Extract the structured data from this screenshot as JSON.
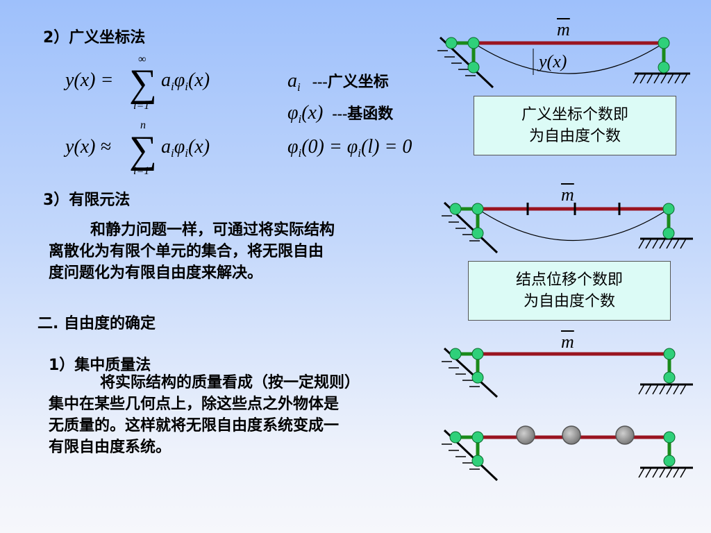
{
  "sections": {
    "generalized": {
      "heading": "2）广义坐标法",
      "formula1": {
        "lhs": "y(x) =",
        "sum_top": "∞",
        "sum_bottom": "i=1",
        "rhs_a": "a",
        "rhs_a_sub": "i",
        "rhs_phi": "φ",
        "rhs_phi_sub": "i",
        "rhs_arg": "(x)"
      },
      "formula2": {
        "lhs": "y(x) ≈",
        "sum_top": "n",
        "sum_bottom": "i=1",
        "rhs_a": "a",
        "rhs_a_sub": "i",
        "rhs_phi": "φ",
        "rhs_phi_sub": "i",
        "rhs_arg": "(x)"
      },
      "def1": {
        "sym": "a",
        "sub": "i",
        "text": "---广义坐标"
      },
      "def2": {
        "sym": "φ",
        "sub": "i",
        "arg": "(x)",
        "text": "---基函数"
      },
      "boundary": {
        "phi": "φ",
        "sub": "i",
        "left": "(0) =",
        "phi2": "φ",
        "sub2": "i",
        "right": "(l) = 0"
      },
      "box_line1": "广义坐标个数即",
      "box_line2": "为自由度个数",
      "diagram_mass": "m",
      "diagram_label": "y(x)"
    },
    "fem": {
      "heading": "3）有限元法",
      "paragraph_l1": "和静力问题一样，可通过将实际结构",
      "paragraph_l2": "离散化为有限个单元的集合，将无限自由",
      "paragraph_l3": "度问题化为有限自由度来解决。",
      "box_line1": "结点位移个数即",
      "box_line2": "为自由度个数",
      "diagram_mass": "m"
    },
    "determination": {
      "heading": "二. 自由度的确定"
    },
    "lumped": {
      "heading": "1）集中质量法",
      "paragraph_l1": "将实际结构的质量看成（按一定规则）",
      "paragraph_l2": "集中在某些几何点上，除这些点之外物体是",
      "paragraph_l3": "无质量的。这样就将无限自由度系统变成一",
      "paragraph_l4": "有限自由度系统。",
      "diagram_mass": "m"
    }
  },
  "colors": {
    "beam": "#9a1420",
    "column": "#1a8a1a",
    "joint": "#2fd07a",
    "box_bg": "#dcfbf6",
    "mass": "#8c8c8c"
  }
}
